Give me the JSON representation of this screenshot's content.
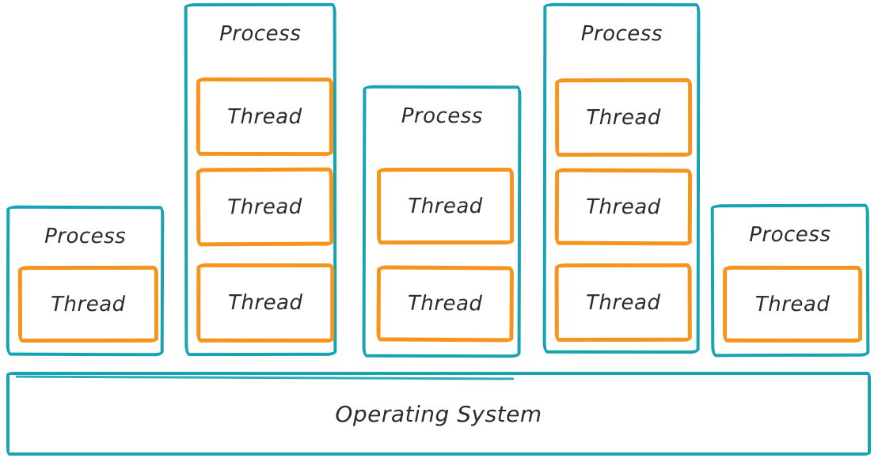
{
  "colors": {
    "process_border": "#17a3b2",
    "thread_border": "#f7941d",
    "text": "#2b2b2b",
    "background": "#ffffff"
  },
  "diagram": {
    "os": {
      "label": "Operating System"
    },
    "processes": [
      {
        "label": "Process",
        "threads": [
          "Thread"
        ]
      },
      {
        "label": "Process",
        "threads": [
          "Thread",
          "Thread",
          "Thread"
        ]
      },
      {
        "label": "Process",
        "threads": [
          "Thread",
          "Thread"
        ]
      },
      {
        "label": "Process",
        "threads": [
          "Thread",
          "Thread",
          "Thread"
        ]
      },
      {
        "label": "Process",
        "threads": [
          "Thread"
        ]
      }
    ]
  }
}
